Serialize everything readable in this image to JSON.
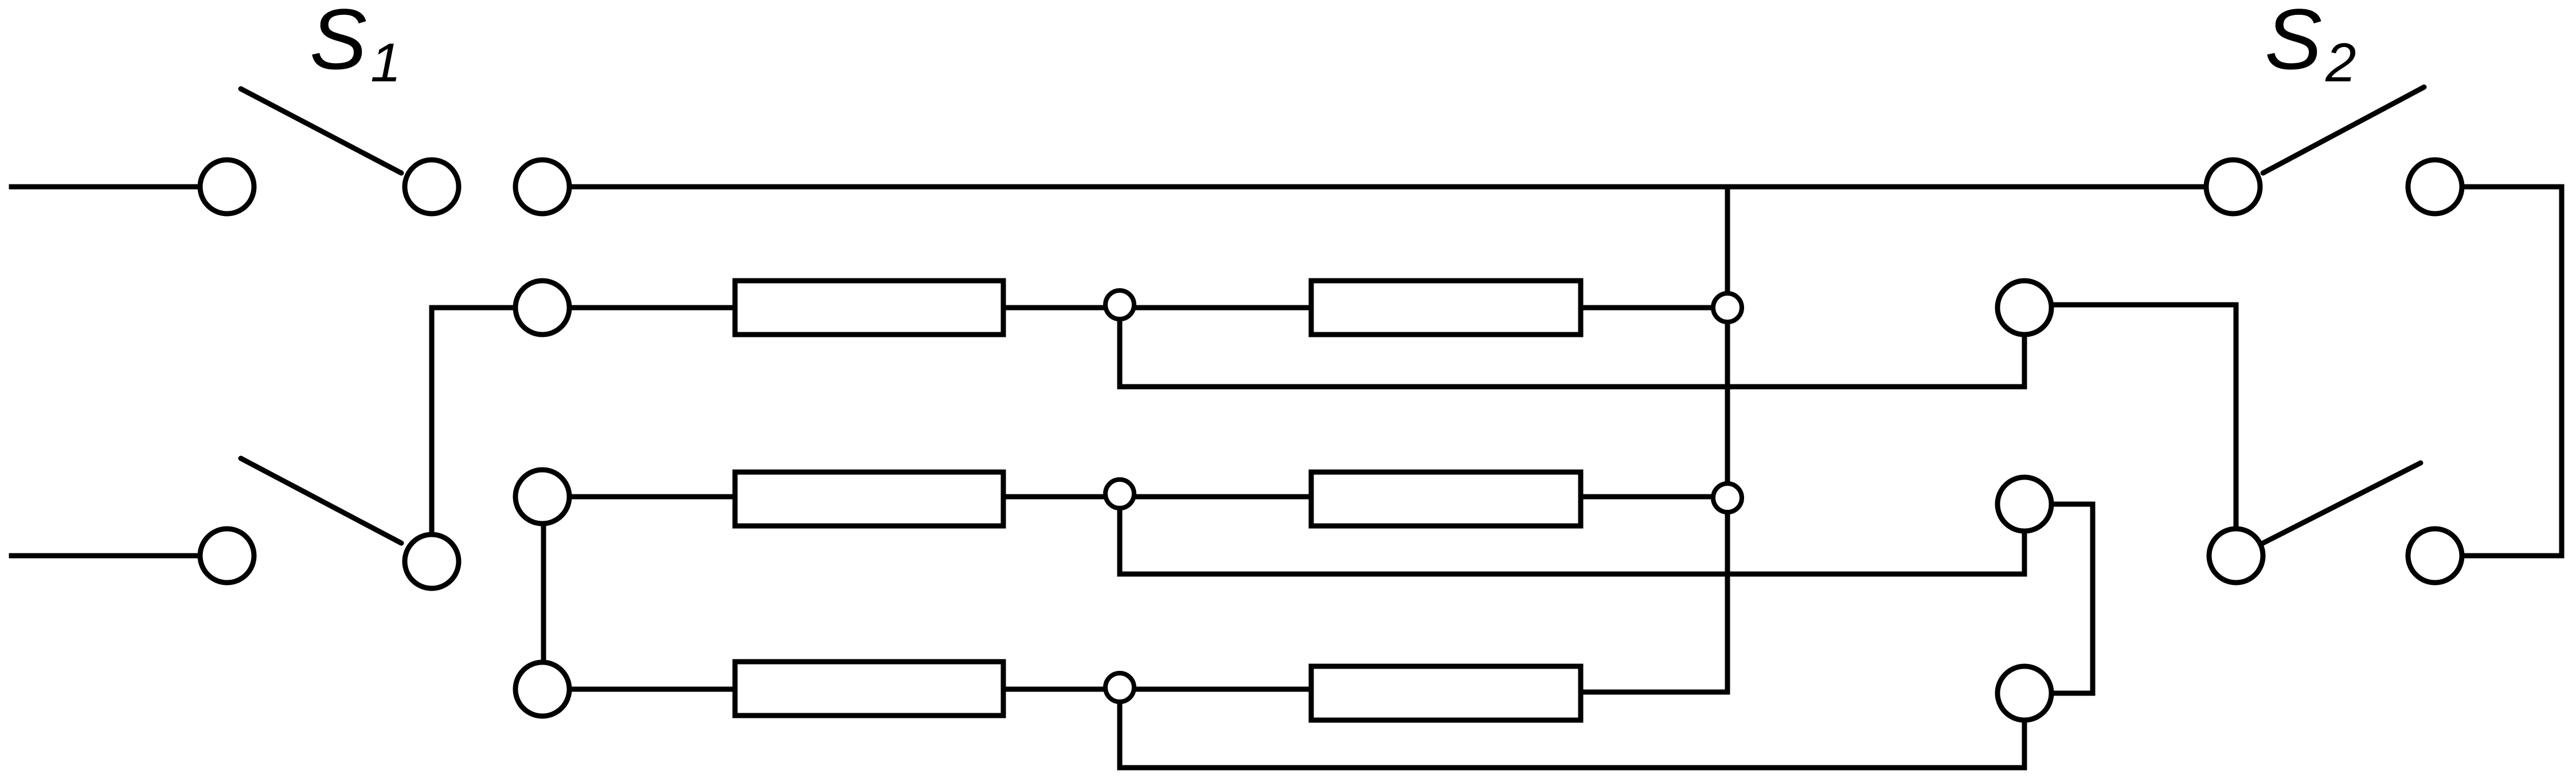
{
  "labels": {
    "s1": {
      "letter": "S",
      "subscript": "1"
    },
    "s2": {
      "letter": "S",
      "subscript": "2"
    }
  }
}
